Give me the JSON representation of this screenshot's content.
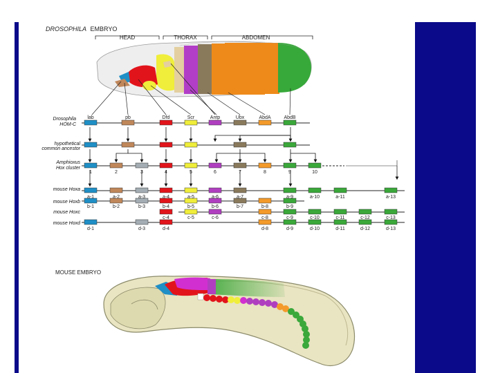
{
  "title": {
    "italic": "DROSOPHILA",
    "rest": "EMBRYO"
  },
  "regions": [
    "HEAD",
    "THORAX",
    "ABDOMEN"
  ],
  "rows": [
    {
      "label_lines": [
        "Drosophila",
        "HOM-C"
      ],
      "genes": [
        "lab",
        "pb",
        "Dfd",
        "Scr",
        "Antp",
        "Ubx",
        "AbdA",
        "AbdB"
      ]
    },
    {
      "label_lines": [
        "hypothetical",
        "common ancestor"
      ]
    },
    {
      "label_lines": [
        "Amphioxus",
        "Hox cluster"
      ],
      "genes": [
        "1",
        "2",
        "3",
        "4",
        "5",
        "6",
        "7",
        "8",
        "9",
        "10"
      ]
    },
    {
      "label_lines": [
        "mouse Hoxa"
      ],
      "genes": [
        "a-1",
        "a-2",
        "a-3",
        "a-4",
        "a-5",
        "a-6",
        "a-7",
        "a-9",
        "a-10",
        "a-11",
        "a-13"
      ]
    },
    {
      "label_lines": [
        "mouse Hoxb"
      ],
      "genes": [
        "b-1",
        "b-2",
        "b-3",
        "b-4",
        "b-5",
        "b-6",
        "b-7",
        "b-8",
        "b-9"
      ]
    },
    {
      "label_lines": [
        "mouse Hoxc"
      ],
      "genes": [
        "c-4",
        "c-5",
        "c-6",
        "c-8",
        "c-9",
        "c-10",
        "c-11",
        "c-12",
        "c-13"
      ]
    },
    {
      "label_lines": [
        "mouse Hoxd"
      ],
      "genes": [
        "d-1",
        "d-3",
        "d-4",
        "d-8",
        "d-9",
        "d-10",
        "d-11",
        "d-12",
        "d-13"
      ]
    }
  ],
  "bottom_title": "MOUSE EMBRYO",
  "colors": {
    "border": "#0a0a8a",
    "lab": "#1f8fc6",
    "pb": "#b8784a",
    "pb_box": "#c0875a",
    "ph3": "#a3adb3",
    "dfd": "#e2141b",
    "scr": "#f0ee3a",
    "antp": "#b03fc0",
    "ubx": "#8a7a5c",
    "abda": "#f39a2a",
    "abdb": "#3aa83a",
    "embryo_body": "#e9e4c2",
    "embryo_outline": "#8b8b6a"
  }
}
